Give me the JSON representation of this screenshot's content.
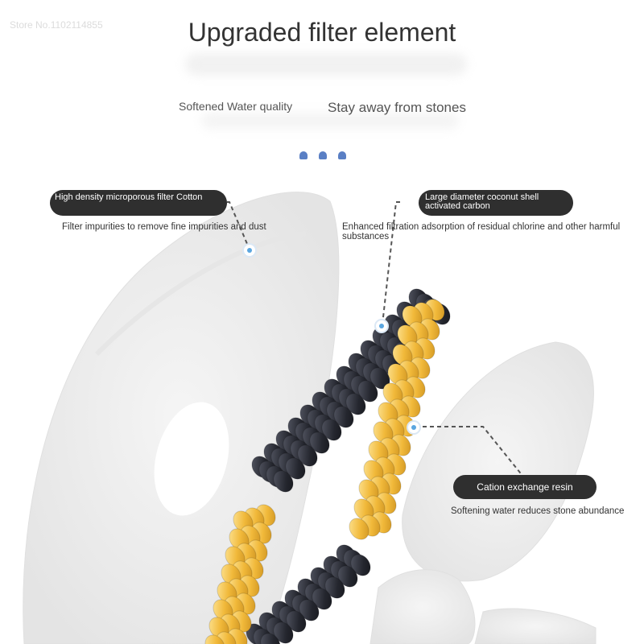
{
  "watermark": "Store No.1102114855",
  "title": "Upgraded filter element",
  "subtitle_left": "Softened Water quality",
  "subtitle_right": "Stay away from stones",
  "layers": [
    {
      "label": "High density microporous filter Cotton",
      "description": "Filter impurities to remove fine impurities and dust"
    },
    {
      "label": "Large diameter coconut shell activated carbon",
      "description": "Enhanced filtration adsorption of residual chlorine and other harmful substances"
    },
    {
      "label": "Cation exchange resin",
      "description": "Softening water reduces stone abundance"
    }
  ],
  "colors": {
    "carbon": "#2b2d36",
    "resin": "#f1b93a",
    "cotton": "#eeeeee",
    "pill": "#2f2f2f",
    "marker": "#5aa6e0",
    "dots": "#5a7fc4"
  }
}
